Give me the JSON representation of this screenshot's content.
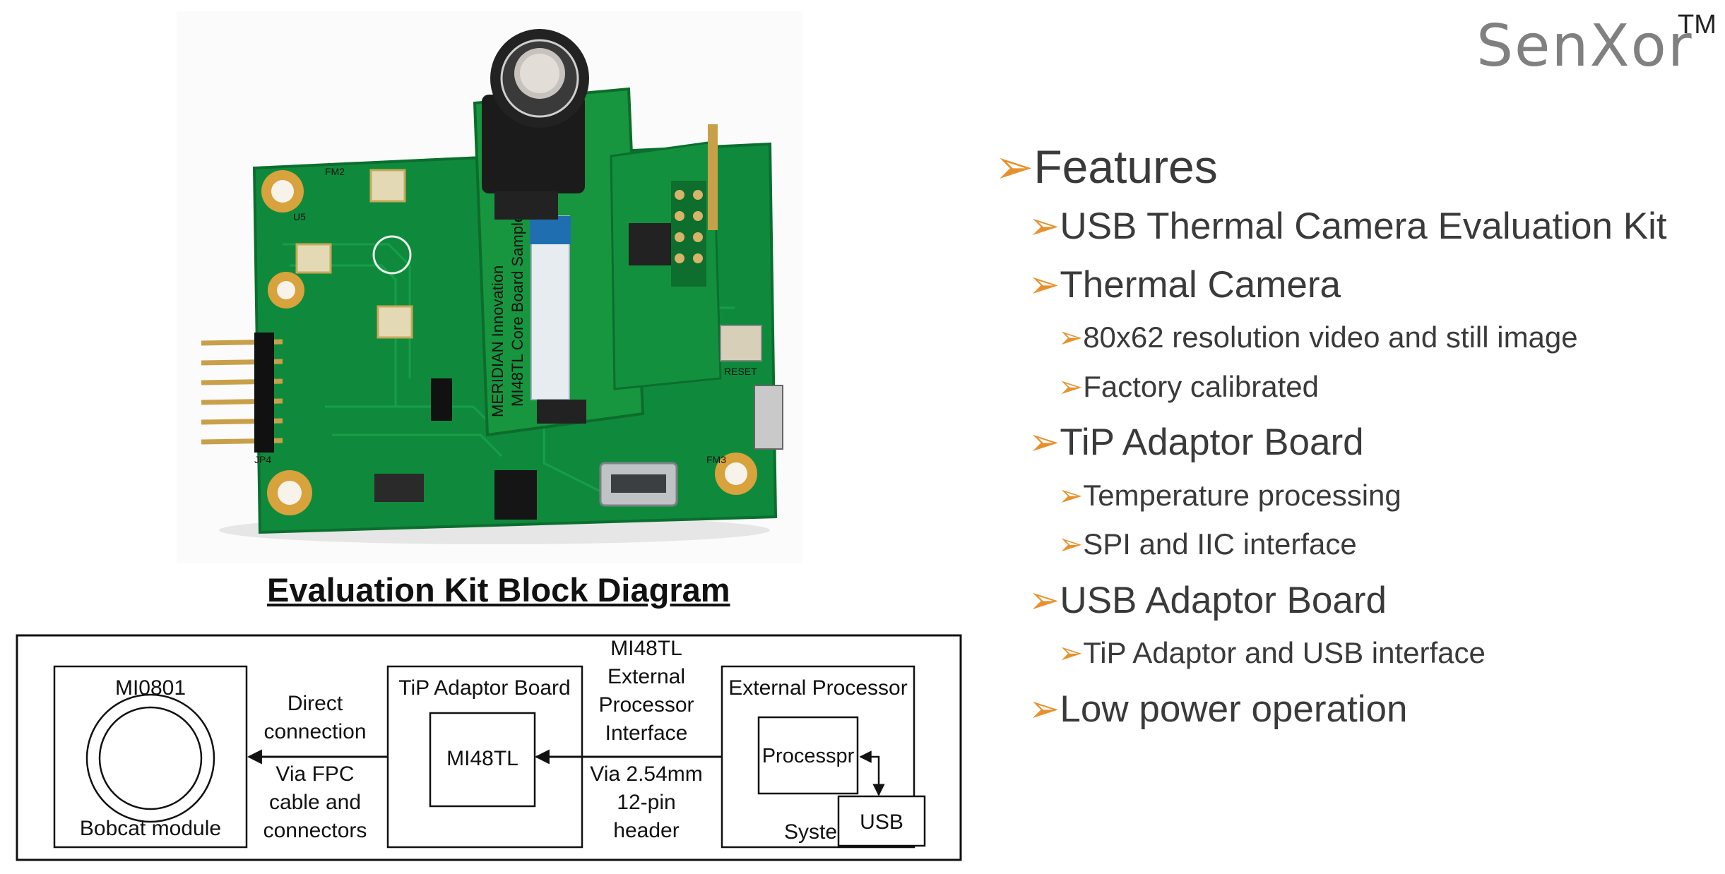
{
  "logo": {
    "word": "SenXor",
    "tm": "TM"
  },
  "features": {
    "heading": "Features",
    "items": [
      {
        "label": "USB Thermal Camera Evaluation Kit",
        "subitems": []
      },
      {
        "label": "Thermal Camera",
        "subitems": [
          "80x62 resolution video and still image",
          "Factory calibrated"
        ]
      },
      {
        "label": "TiP Adaptor Board",
        "subitems": [
          "Temperature processing",
          "SPI and IIC interface"
        ]
      },
      {
        "label": "USB Adaptor Board",
        "subitems": [
          "TiP Adaptor and USB interface"
        ]
      },
      {
        "label": "Low power operation",
        "subitems": []
      }
    ]
  },
  "photo": {
    "board_text_1": "MERIDIAN Innovation",
    "board_text_2": "MI48TL Core Board Sample",
    "silk_fm2": "FM2",
    "silk_fm3": "FM3",
    "silk_u5": "U5",
    "silk_jp4": "JP4",
    "silk_reset": "RESET"
  },
  "diagram": {
    "title": "Evaluation Kit Block Diagram",
    "sensor_module": {
      "name": "MI0801",
      "caption": "Bobcat module"
    },
    "link1": {
      "top": [
        "Direct",
        "connection"
      ],
      "bottom": [
        "Via FPC",
        "cable and",
        "connectors"
      ]
    },
    "adaptor": {
      "name": "TiP Adaptor Board",
      "chip": "MI48TL"
    },
    "link2": {
      "top": [
        "MI48TL",
        "External",
        "Processor",
        "Interface"
      ],
      "bottom": [
        "Via 2.54mm",
        "12-pin",
        "header"
      ]
    },
    "external": {
      "name": "External Processor",
      "processor": "Processpr",
      "system": "System",
      "usb": "USB"
    }
  }
}
